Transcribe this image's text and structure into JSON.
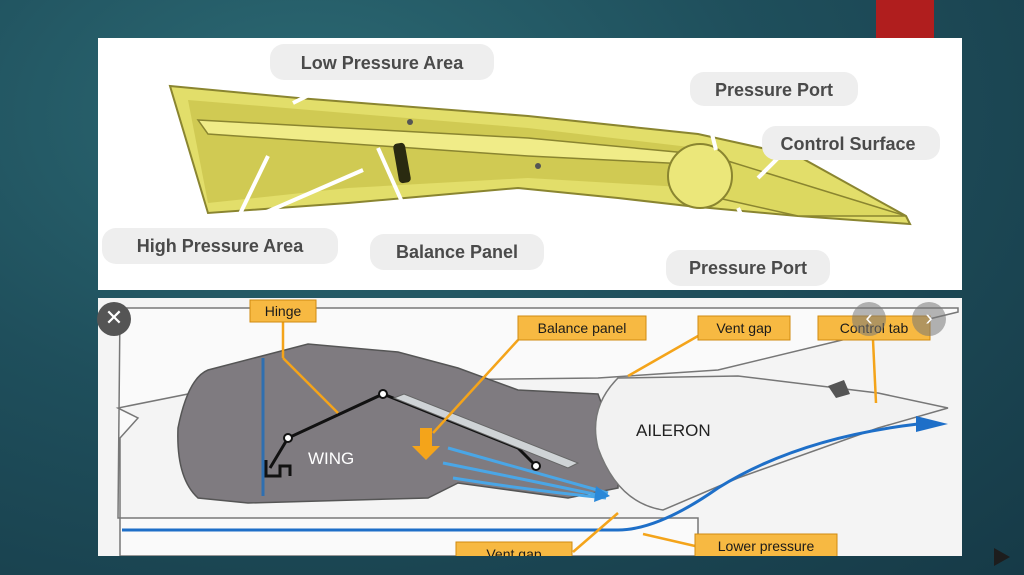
{
  "top_diagram": {
    "labels": {
      "low_pressure": "Low Pressure Area",
      "pressure_port_top": "Pressure Port",
      "control_surface": "Control Surface",
      "high_pressure": "High Pressure Area",
      "balance_panel": "Balance Panel",
      "pressure_port_bottom": "Pressure Port"
    }
  },
  "bottom_diagram": {
    "labels": {
      "hinge": "Hinge",
      "balance_panel": "Balance panel",
      "vent_gap_top": "Vent gap",
      "control_tab": "Control tab",
      "wing": "WING",
      "aileron": "AILERON",
      "vent_gap_bottom": "Vent gap",
      "lower_pressure": "Lower pressure"
    }
  },
  "controls": {
    "close_glyph": "✕",
    "prev_glyph": "‹",
    "next_glyph": "›"
  },
  "colors": {
    "accent": "#b01e1e",
    "callout_fill": "#f7b942",
    "airflow": "#1e6fc8"
  }
}
